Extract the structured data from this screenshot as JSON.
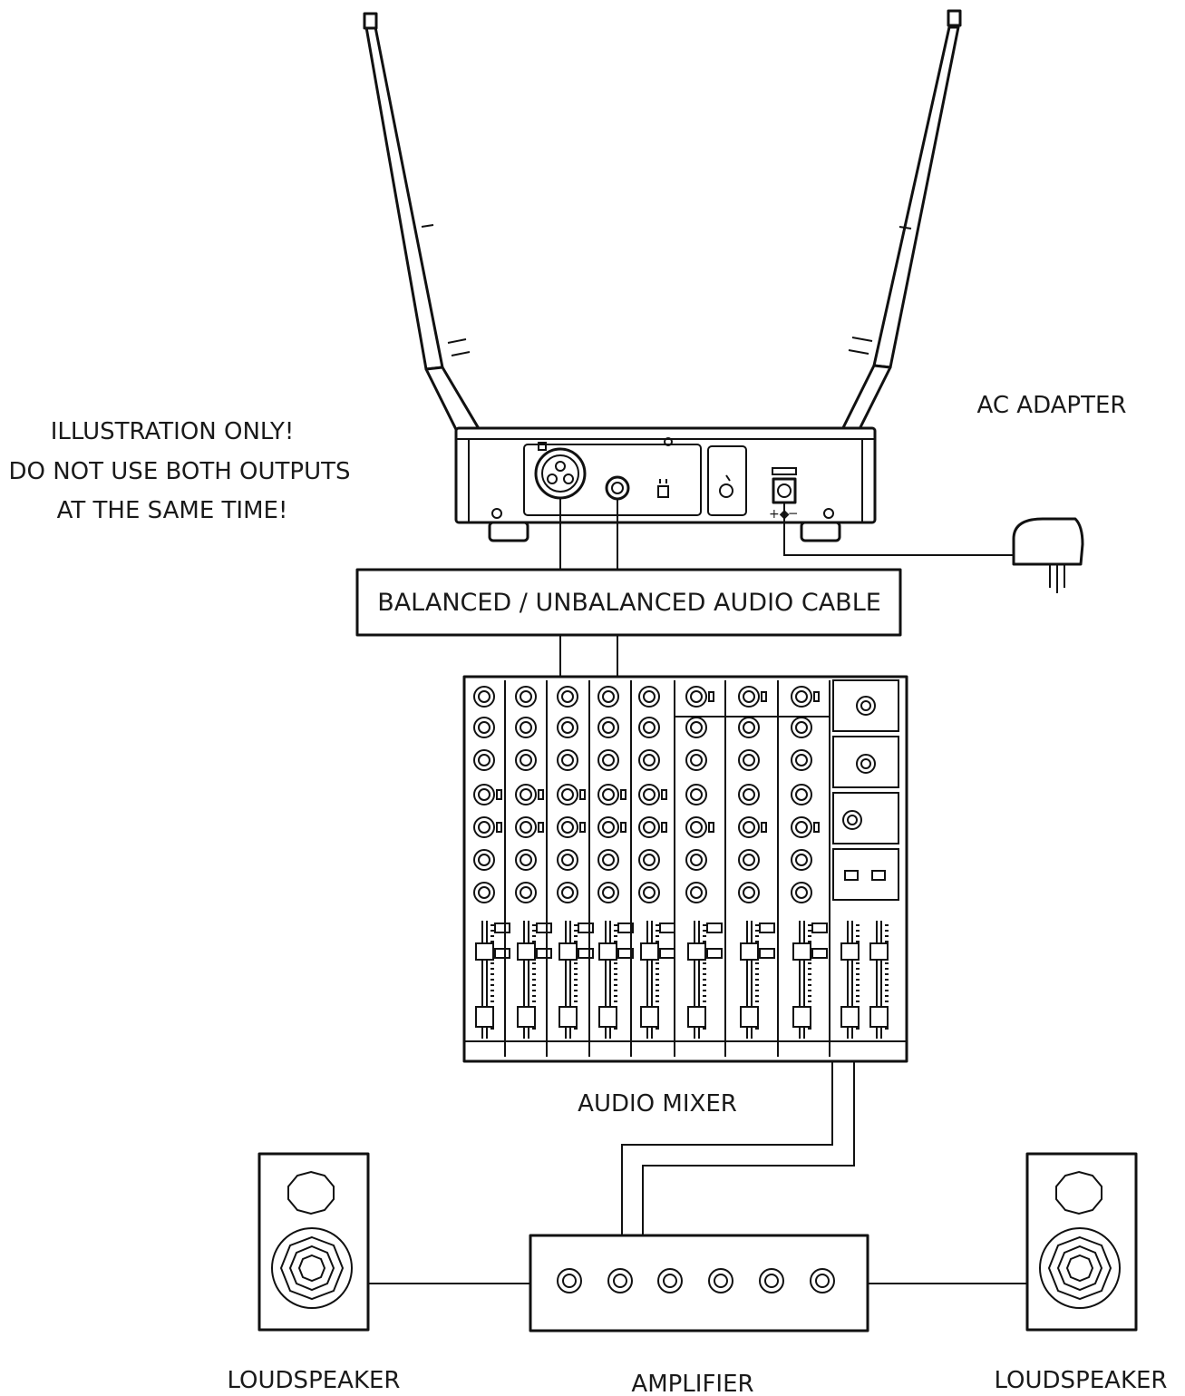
{
  "labels": {
    "warning_line1": "ILLUSTRATION ONLY!",
    "warning_line2": "DO NOT USE BOTH OUTPUTS",
    "warning_line3": "AT THE SAME TIME!",
    "ac_adapter": "AC ADAPTER",
    "cable": "BALANCED / UNBALANCED AUDIO CABLE",
    "mixer": "AUDIO MIXER",
    "amplifier": "AMPLIFIER",
    "loudspeaker_left": "LOUDSPEAKER",
    "loudspeaker_right": "LOUDSPEAKER"
  },
  "components": {
    "receiver": "receiver",
    "antennas": [
      "antenna-left",
      "antenna-right"
    ],
    "adapter": "ac-adapter",
    "mixer": "audio-mixer",
    "amplifier": "amplifier",
    "speakers": [
      "loudspeaker-left",
      "loudspeaker-right"
    ]
  },
  "colors": {
    "line": "#111111",
    "background": "#ffffff",
    "text": "#1a1a1a"
  }
}
